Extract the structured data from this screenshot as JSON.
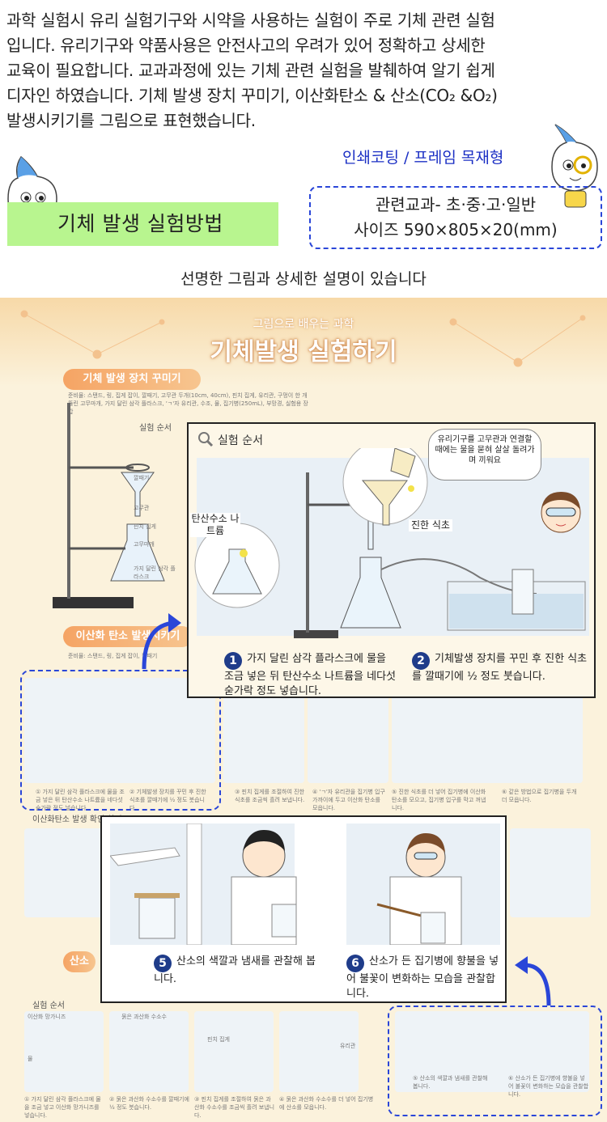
{
  "intro": {
    "lines": [
      "과학 실험시 유리 실험기구와 시약을 사용하는 실험이 주로 기체 관련 실험",
      "입니다. 유리기구와 약품사용은 안전사고의 우려가 있어 정확하고 상세한",
      "교육이 필요합니다. 교과과정에 있는 기체 관련 실험을 발췌하여 알기 쉽게",
      "디자인 하였습니다. 기체 발생 장치 꾸미기, 이산화탄소 & 산소(CO₂ &O₂)",
      "발생시키기를 그림으로 표현했습니다."
    ]
  },
  "product": {
    "finish": "인쇄코팅 / 프레임 목재형",
    "subject": "관련교과- 초·중·고·일반",
    "size": "사이즈 590×805×20(mm)",
    "badge": "기체 발생 실험방법",
    "tagline": "선명한 그림과 상세한 설명이 있습니다"
  },
  "poster": {
    "subtitle": "그림으로 배우는 과학",
    "title": "기체발생 실험하기",
    "section1": "기체 발생 장치 꾸미기",
    "section2": "이산화 탄소 발생시키기",
    "section3": "산소",
    "procedure": "실험 순서",
    "procedure2": "이산화탄소 발생 확인 하기",
    "materials1": "준비물: 스탠드, 링, 집게 잡이, 깔때기, 고무관 두개(10cm, 40cm), 핀치 집게, 유리관, 구멍이 한 개 뚫린 고무마개, 가지 달린 삼각 플라스크, 'ㄱ'자 유리관, 수조, 물, 집기병(250mL), 부망경, 실험용 장갑",
    "materials2": "준비물: 스탠드, 링, 집게 잡이, 깔때기",
    "apparatus_labels": [
      "깔때기",
      "고무관",
      "핀치 집게",
      "고무마개",
      "가지 달린 삼각 플라스크"
    ],
    "mini_labels": [
      "탄산수소 나트륨",
      "진한 식초",
      "묽은 과산화 수소수",
      "이산화 망가니즈",
      "물",
      "핀치 집게",
      "유리관"
    ],
    "mini_steps": [
      "① 가지 달린 삼각 플라스크에 물을 조금 넣은 뒤 탄산수소 나트륨을 네다섯 숟가락 정도 넣습니다.",
      "② 기체발생 장치를 꾸민 후 진한 식초를 깔때기에 ½ 정도 붓습니다.",
      "③ 핀치 집게를 조절하여 진한 식초를 조금씩 흘려 보냅니다.",
      "④ 'ㄱ'자 유리관을 집기병 입구 가까이에 두고 이산화 탄소를 모읍니다.",
      "⑤ 진한 식초를 더 넣어 집기병에 이산화탄소를 모으고, 집기병 입구를 막고 꺼냅니다.",
      "⑥ 같은 방법으로 집기병을 두개 더 모읍니다."
    ],
    "bottom_steps": [
      "① 가지 달린 삼각 플라스크에 물을 조금 넣고 이산화 망가니즈를 넣습니다.",
      "② 묽은 과산화 수소수를 깔때기에 ½ 정도 붓습니다.",
      "③ 핀치 집게를 조절하여 묽은 과산화 수소수를 조금씩 흘려 보냅니다.",
      "④ 묽은 과산화 수소수를 더 넣어 집기병에 산소를 모읍니다.",
      "⑤ 산소의 색깔과 냄새를 관찰해 봅니다.",
      "⑥ 산소가 든 집기병에 향불을 넣어 불꽃이 변화하는 모습을 관찰합니다."
    ]
  },
  "zoom1": {
    "title": "실험 순서",
    "bubble": "유리기구를 고무관과 연결할 때에는 물을 묻혀 살살 돌려가며 끼워요",
    "label_left": "탄산수소 나트륨",
    "label_right": "진한 식초",
    "step1_num": "1",
    "step1": "가지 달린 삼각 플라스크에 물을 조금 넣은 뒤 탄산수소 나트륨을 네다섯 숟가락 정도 넣습니다.",
    "step2_num": "2",
    "step2": "기체발생 장치를 꾸민 후 진한 식초를 깔때기에 ½ 정도 붓습니다."
  },
  "zoom2": {
    "step5_num": "5",
    "step5": "산소의 색깔과 냄새를 관찰해 봅니다.",
    "step6_num": "6",
    "step6": "산소가 든 집기병에 향불을 넣어 불꽃이 변화하는 모습을 관찰합니다."
  },
  "colors": {
    "accent_blue": "#2a46d8",
    "badge_green": "#b8f58f",
    "poster_bg": "#fbf2dc",
    "pill_orange": "#f5a464"
  }
}
